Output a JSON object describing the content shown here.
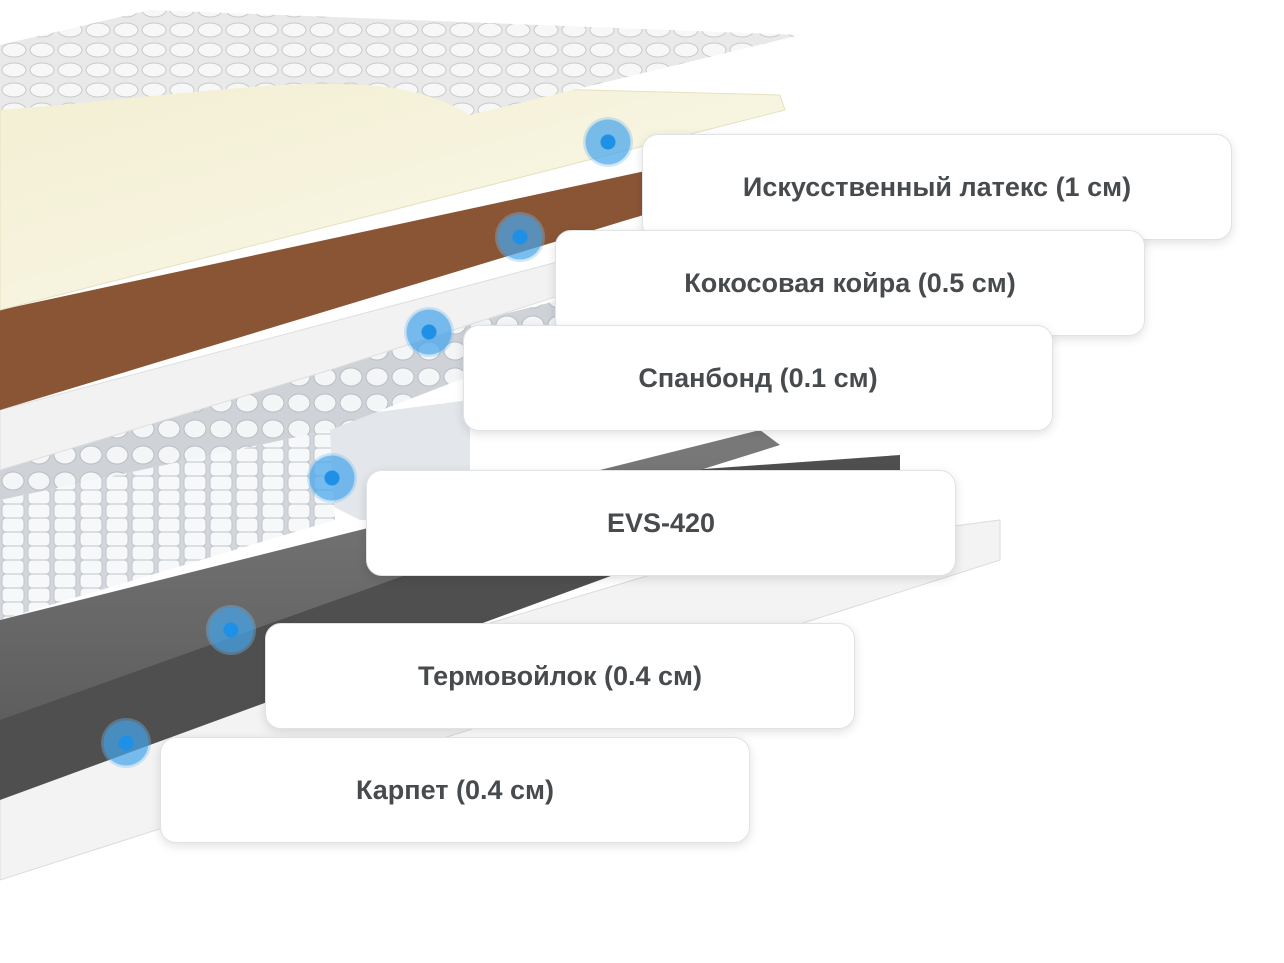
{
  "layers": [
    {
      "label": "Искусственный латекс (1 см)",
      "color": "#f6f3dc"
    },
    {
      "label": "Кокосовая койра (0.5 см)",
      "color": "#8a5535"
    },
    {
      "label": "Спанбонд (0.1 см)",
      "color": "#f1f1f1"
    },
    {
      "label": "EVS-420",
      "color": "#e6e8ec"
    },
    {
      "label": "Термовойлок (0.4 см)",
      "color": "#6b6b6b"
    },
    {
      "label": "Карпет (0.4 см)",
      "color": "#505050"
    }
  ],
  "colors": {
    "marker": "#1e90e6",
    "label_text": "#474b4e",
    "quilted_cover": "#e4e4e4"
  }
}
